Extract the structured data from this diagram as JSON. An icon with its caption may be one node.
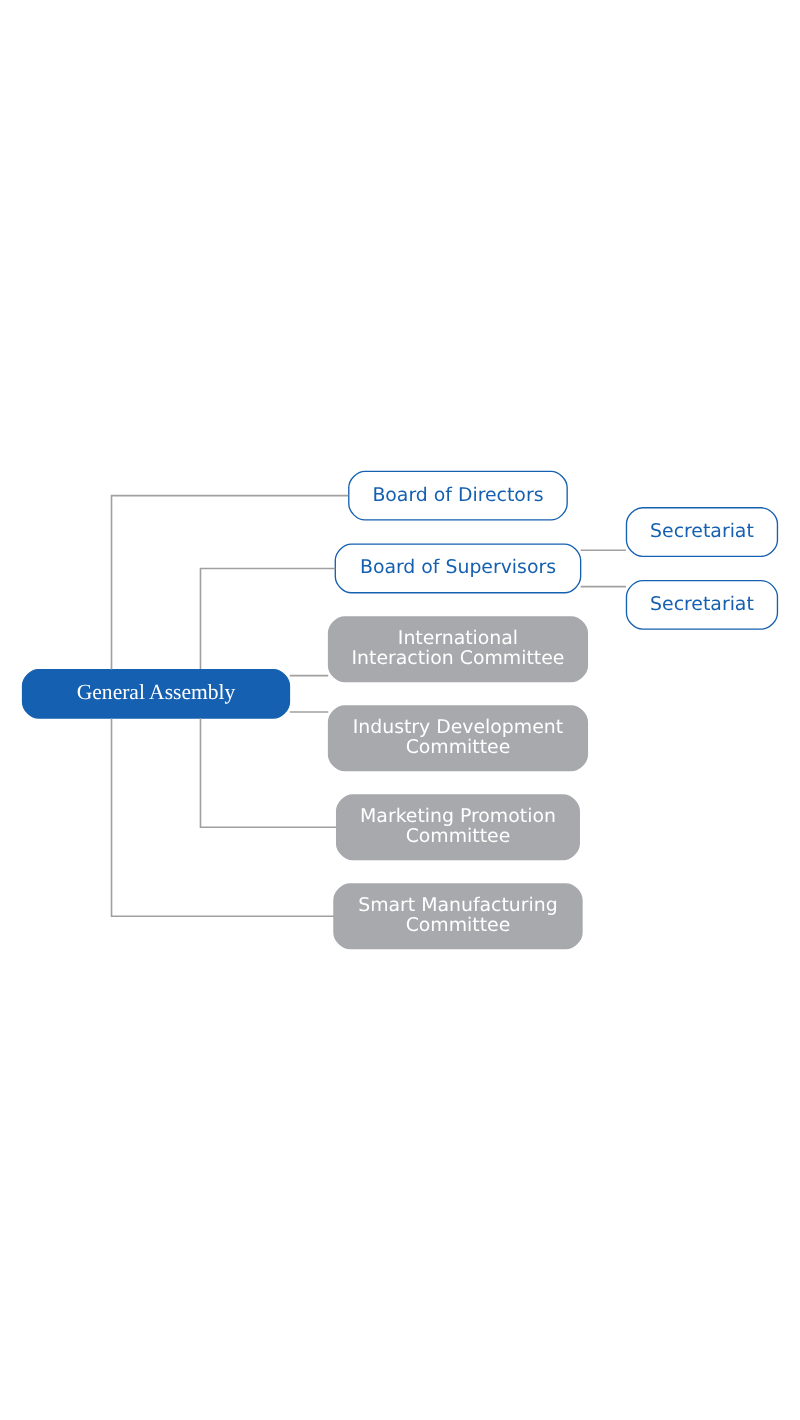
{
  "diagram": {
    "nodes": [
      {
        "text": [
          "General Assembly"
        ]
      },
      {
        "text": [
          "Board of Directors"
        ]
      },
      {
        "text": [
          "Board of Supervisors"
        ]
      },
      {
        "text": [
          "Secretariat"
        ]
      },
      {
        "text": [
          "Secretariat"
        ]
      },
      {
        "text": [
          "International Interaction Committee"
        ]
      },
      {
        "text": [
          "Industry Development Committee"
        ]
      },
      {
        "text": [
          "Marketing Promotion Committee"
        ]
      },
      {
        "text": [
          "Smart Manufacturing Committee"
        ]
      }
    ],
    "edges": [
      {
        "from": 0,
        "to": 1,
        "arrow": "none"
      },
      {
        "from": 0,
        "to": 2,
        "arrow": "none"
      },
      {
        "from": 2,
        "to": 3,
        "arrow": "none"
      },
      {
        "from": 2,
        "to": 4,
        "arrow": "none"
      },
      {
        "from": 0,
        "to": 5,
        "arrow": "none"
      },
      {
        "from": 0,
        "to": 6,
        "arrow": "none"
      },
      {
        "from": 0,
        "to": 7,
        "arrow": "none"
      },
      {
        "from": 0,
        "to": 8,
        "arrow": "none"
      }
    ]
  }
}
